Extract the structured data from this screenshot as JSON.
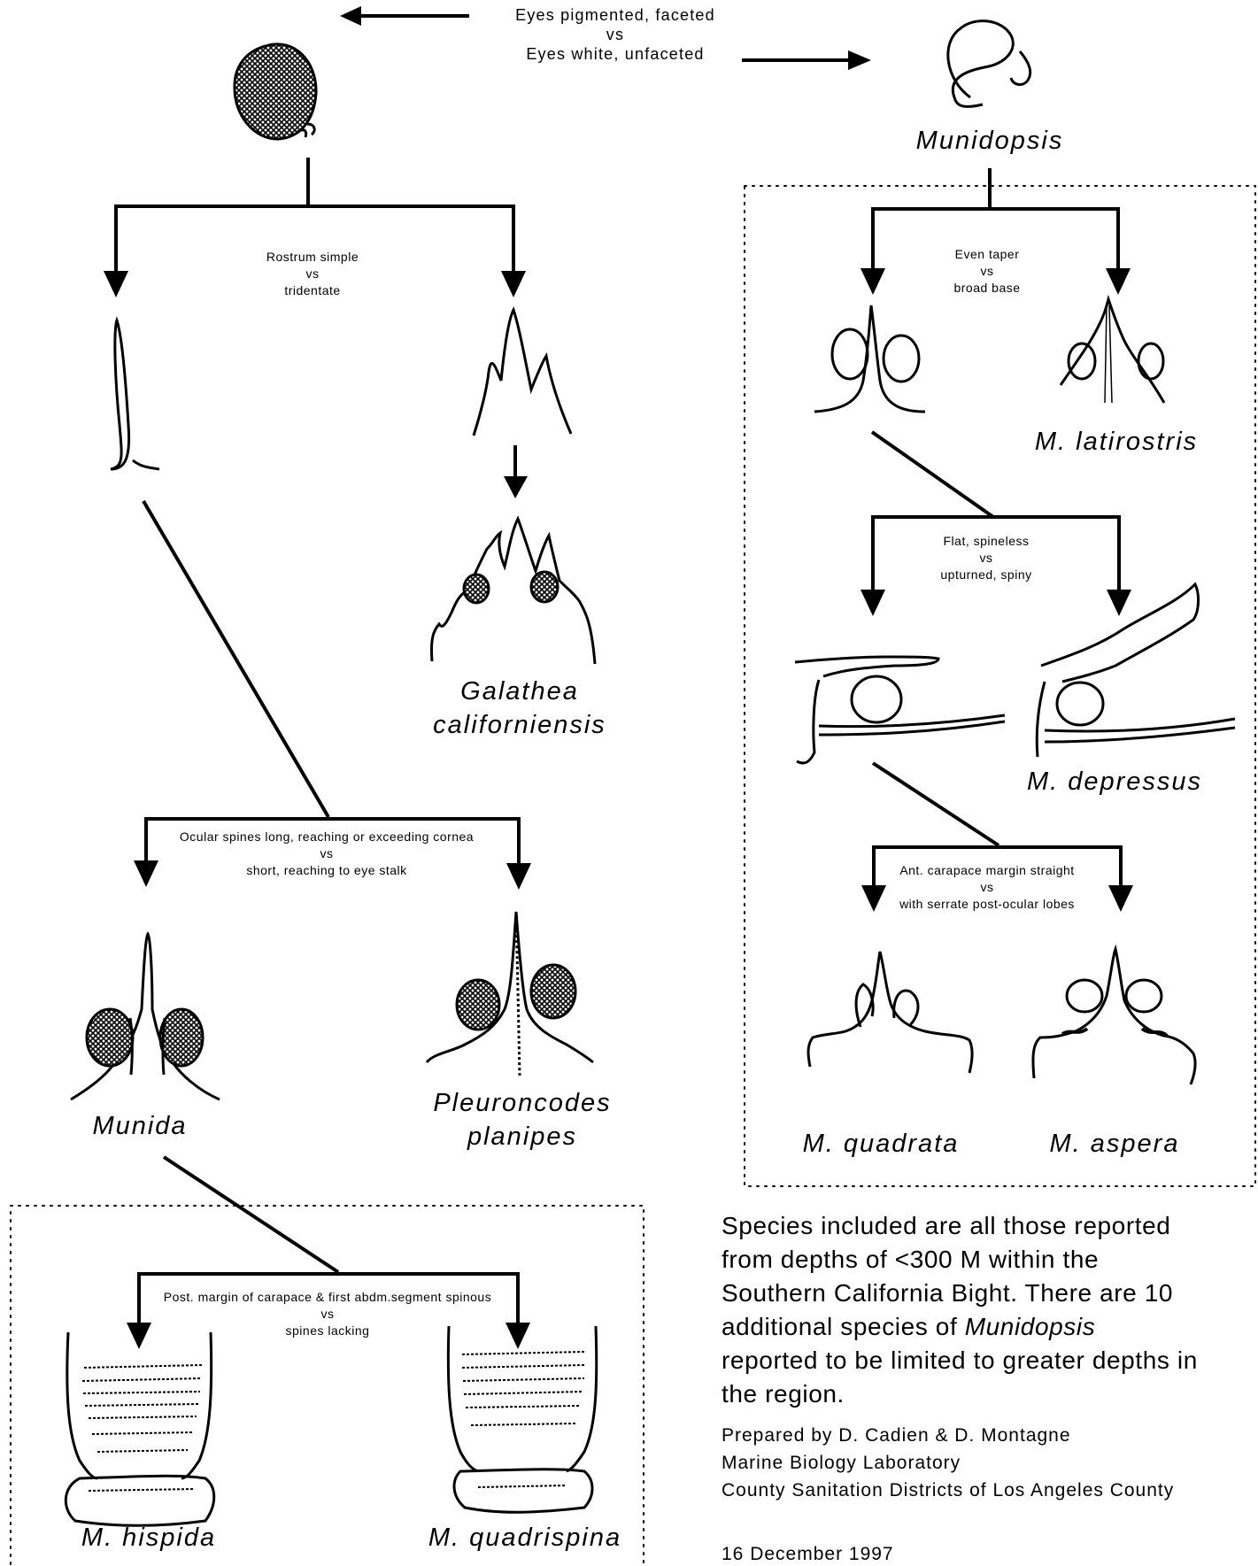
{
  "couplets": {
    "eyes": {
      "a": "Eyes pigmented, faceted",
      "vs": "vs",
      "b": "Eyes white, unfaceted"
    },
    "rostrum": {
      "a": "Rostrum simple",
      "vs": "vs",
      "b": "tridentate"
    },
    "ocular": {
      "a": "Ocular spines long, reaching or exceeding cornea",
      "vs": "vs",
      "b": "short, reaching to eye stalk"
    },
    "carapace": {
      "a": "Post. margin of carapace & first abdm.segment spinous",
      "vs": "vs",
      "b": "spines lacking"
    },
    "taper": {
      "a": "Even taper",
      "vs": "vs",
      "b": "broad base"
    },
    "flat": {
      "a": "Flat, spineless",
      "vs": "vs",
      "b": "upturned, spiny"
    },
    "margin": {
      "a": "Ant. carapace margin straight",
      "vs": "vs",
      "b": "with serrate post-ocular lobes"
    }
  },
  "taxa": {
    "munidopsis": "Munidopsis",
    "galathea_1": "Galathea",
    "galathea_2": "californiensis",
    "munida": "Munida",
    "pleuroncodes_1": "Pleuroncodes",
    "pleuroncodes_2": "planipes",
    "hispida": "M. hispida",
    "quadrispina": "M. quadrispina",
    "latirostris": "M. latirostris",
    "depressus": "M. depressus",
    "quadrata": "M. quadrata",
    "aspera": "M. aspera"
  },
  "note": {
    "l1": "Species included are all those reported",
    "l2": "from depths of <300 M within the",
    "l3": "Southern California Bight.  There are 10",
    "l4a": "additional species of ",
    "l4b": "Munidopsis",
    "l5": "reported to be limited to greater depths in",
    "l6": "the region."
  },
  "credits": {
    "l1": "Prepared by D. Cadien & D. Montagne",
    "l2": "Marine Biology Laboratory",
    "l3": "County Sanitation Districts of Los Angeles County",
    "date": "16 December 1997"
  }
}
